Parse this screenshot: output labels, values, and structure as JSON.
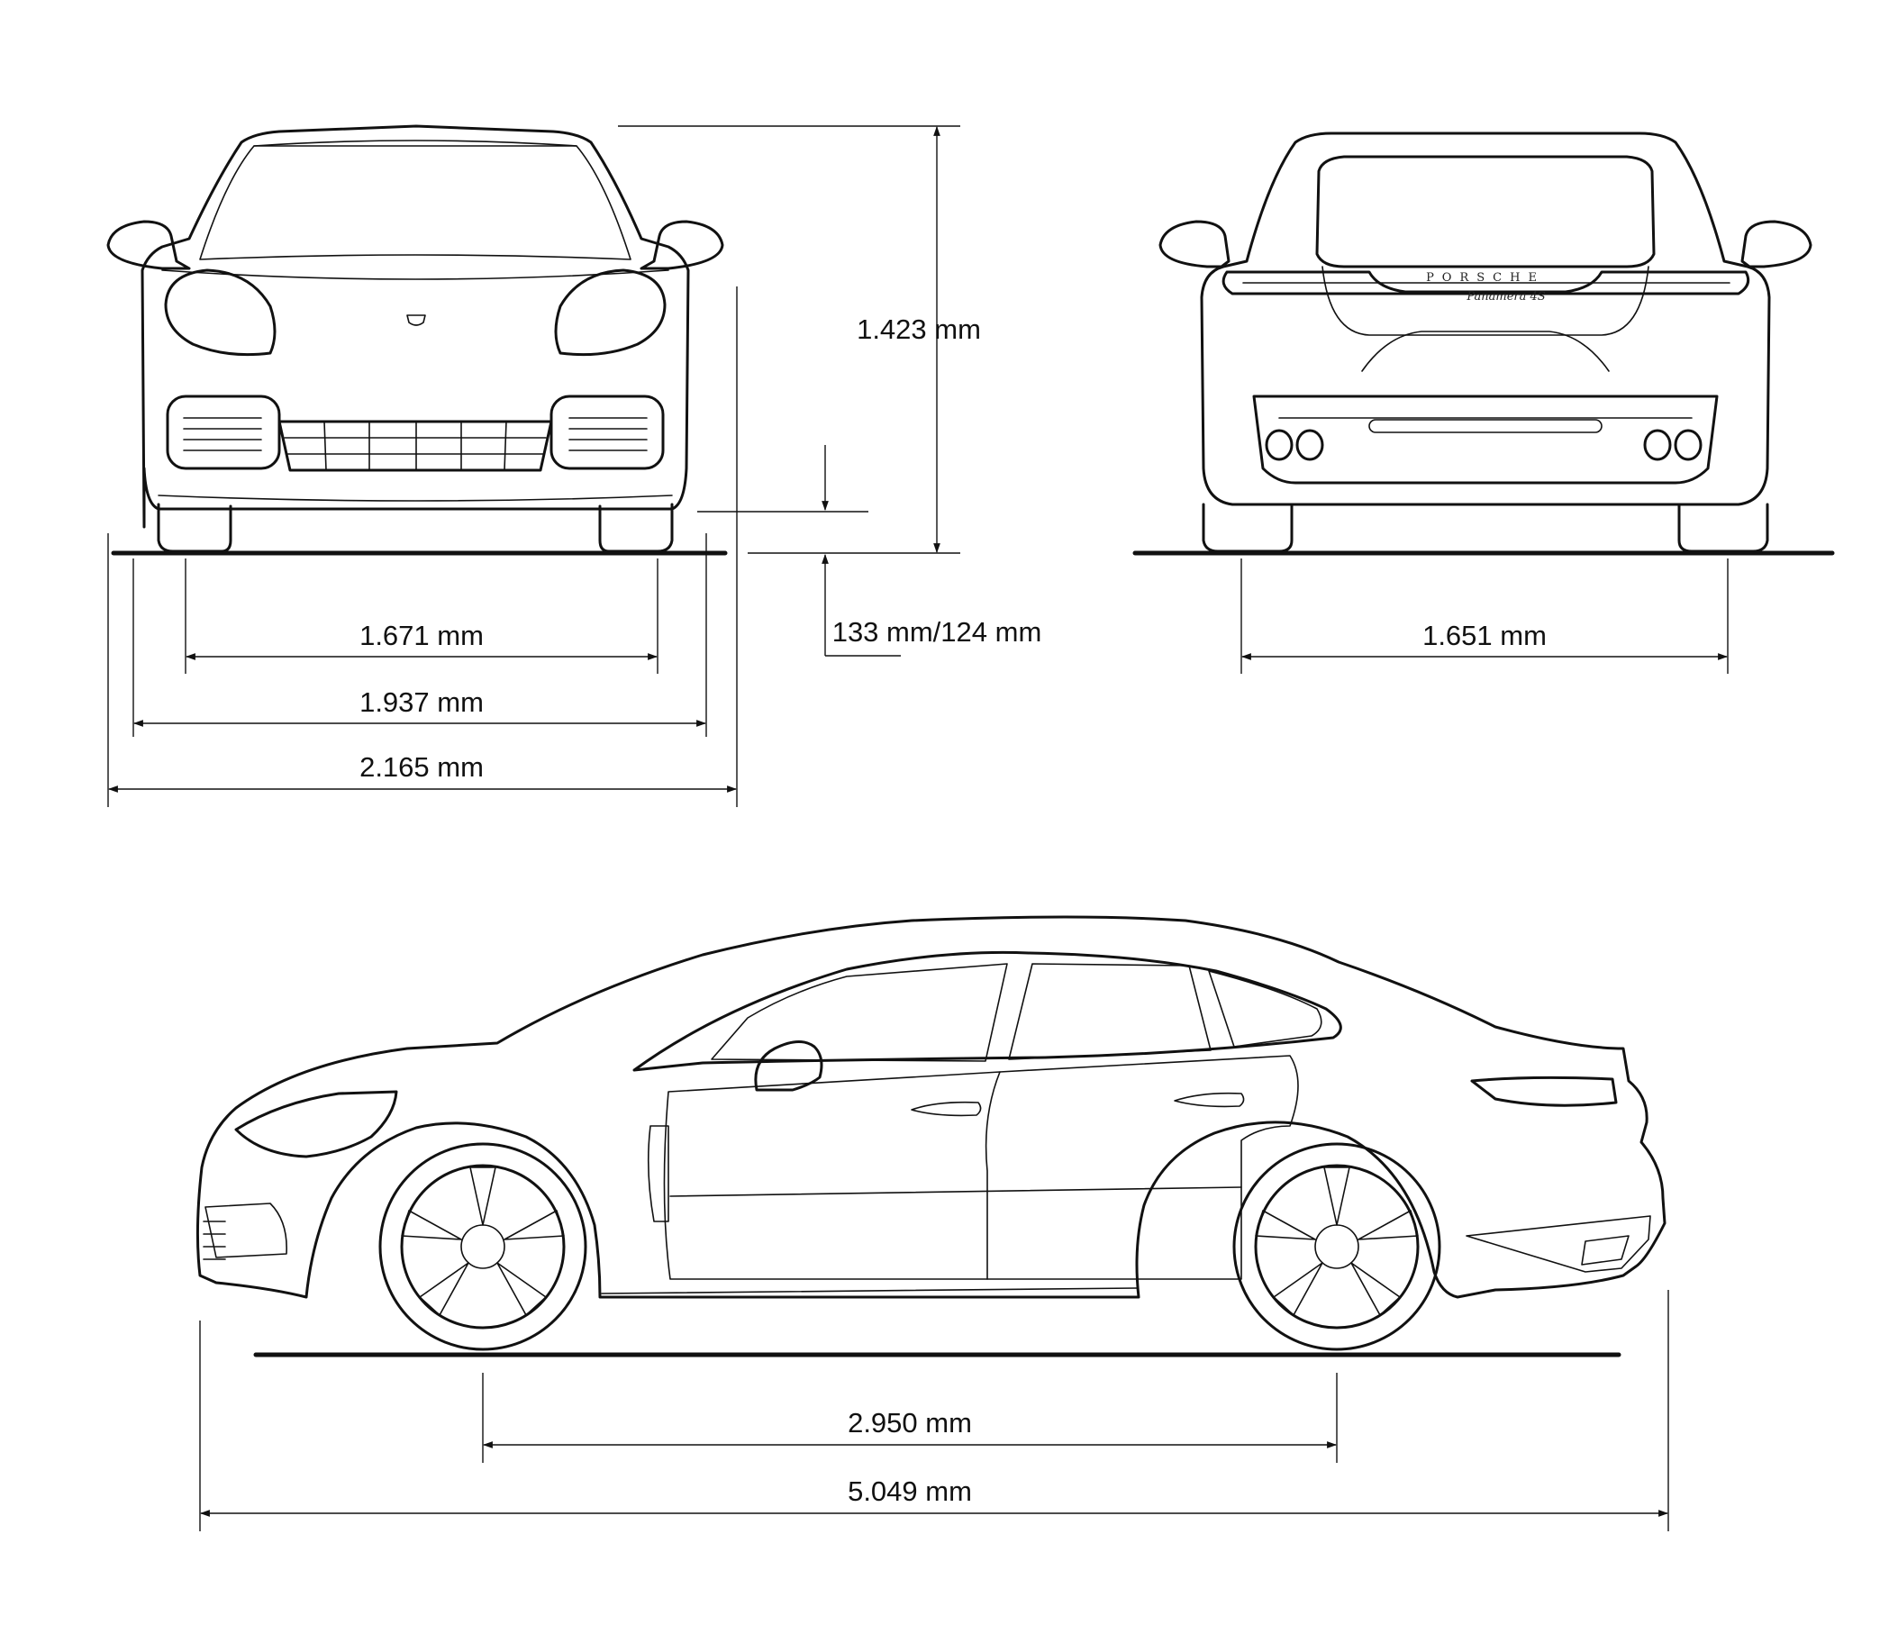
{
  "dimensions": {
    "front_track": "1.671 mm",
    "body_width": "1.937 mm",
    "width_with_mirrors": "2.165 mm",
    "height": "1.423 mm",
    "ground_clearance": "133 mm/124 mm",
    "rear_track": "1.651 mm",
    "wheelbase": "2.950 mm",
    "length": "5.049 mm"
  },
  "badges": {
    "brand": "PORSCHE",
    "model": "Panamera 4S"
  }
}
